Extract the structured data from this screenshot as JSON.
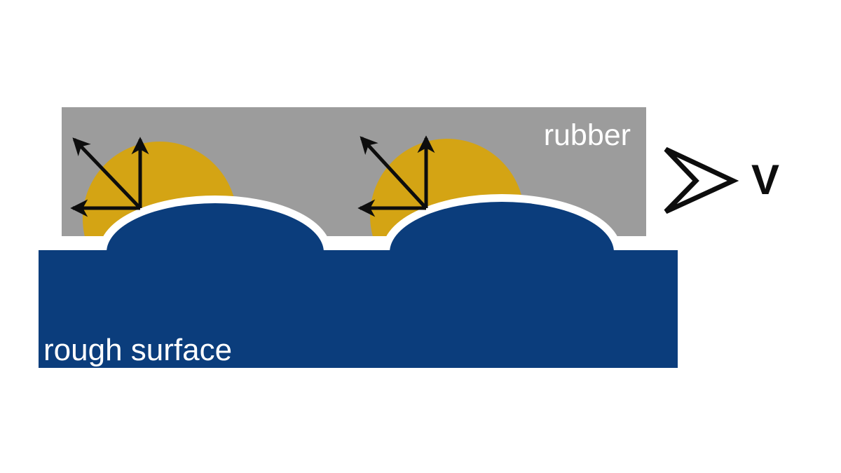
{
  "diagram": {
    "labels": {
      "rubber": "rubber",
      "rough_surface": "rough surface",
      "velocity": "V"
    },
    "colors": {
      "background": "#ffffff",
      "rubber_gray": "#9c9c9c",
      "surface_blue": "#0b3d7c",
      "hotspot_orange": "#d4a414",
      "arrow_black": "#0d0d0d",
      "label_white": "#ffffff"
    },
    "icons": {
      "velocity_chevron": "chevron-right",
      "force_arrow_directions": [
        "up-left",
        "up",
        "left"
      ]
    }
  }
}
